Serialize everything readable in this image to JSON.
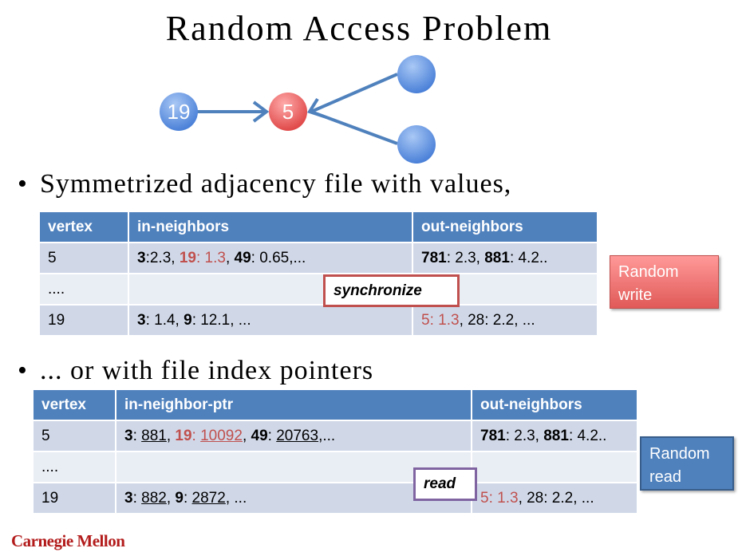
{
  "title": "Random Access Problem",
  "graph": {
    "nodes": [
      {
        "id": "19",
        "label": "19",
        "color": "#5b8fe0"
      },
      {
        "id": "5",
        "label": "5",
        "color": "#e05a58"
      },
      {
        "id": "top",
        "label": "",
        "color": "#5b8fe0"
      },
      {
        "id": "bottom",
        "label": "",
        "color": "#5b8fe0"
      }
    ],
    "edge_color": "#4f81bd"
  },
  "bullets": [
    "Symmetrized adjacency file with values,",
    "... or with file index pointers"
  ],
  "table1": {
    "headers": [
      "vertex",
      "in-neighbors",
      "out-neighbors"
    ],
    "rows": [
      {
        "vertex": "5",
        "in": [
          {
            "k": "3",
            "v": ":2.3",
            "sep": ", "
          },
          {
            "k": "19",
            "v": ": 1.3",
            "red": true,
            "sep": ", "
          },
          {
            "k": "49",
            "v": ": 0.65,..."
          }
        ],
        "out": [
          {
            "k": "781",
            "v": ": 2.3, "
          },
          {
            "k": "881",
            "v": ": 4.2.."
          }
        ]
      },
      {
        "vertex": "....",
        "in": [],
        "out": []
      },
      {
        "vertex": "19",
        "in": [
          {
            "k": "3",
            "v": ": 1.4, "
          },
          {
            "k": "9",
            "v": ": 12.1, ..."
          }
        ],
        "out": [
          {
            "k": "5",
            "v": ": 1.3",
            "red": true,
            "plain": true,
            "sep": ", 28: 2.2, ..."
          }
        ]
      }
    ],
    "callout": "synchronize",
    "tag": "Random write"
  },
  "table2": {
    "headers": [
      "vertex",
      "in-neighbor-ptr",
      "out-neighbors"
    ],
    "rows": [
      {
        "vertex": "5",
        "in": [
          {
            "k": "3",
            "p": "881",
            "sep": ", "
          },
          {
            "k": "19",
            "p": "10092",
            "red": true,
            "sep": ", "
          },
          {
            "k": "49",
            "p": "20763",
            "sep": ",..."
          }
        ],
        "out": [
          {
            "k": "781",
            "v": ": 2.3, "
          },
          {
            "k": "881",
            "v": ": 4.2.."
          }
        ]
      },
      {
        "vertex": "....",
        "in": [],
        "out": []
      },
      {
        "vertex": "19",
        "in": [
          {
            "k": "3",
            "p": "882",
            "sep": ", "
          },
          {
            "k": "9",
            "p": "2872",
            "sep": ", ..."
          }
        ],
        "out": [
          {
            "k": "5",
            "v": ": 1.3",
            "red": true,
            "plain": true,
            "sep": ", 28: 2.2, ..."
          }
        ]
      }
    ],
    "callout": "read",
    "tag": "Random read"
  },
  "logo": "Carnegie Mellon",
  "colors": {
    "accent_blue": "#4f81bd",
    "accent_red": "#c0504d",
    "header_bg": "#4f81bd"
  }
}
